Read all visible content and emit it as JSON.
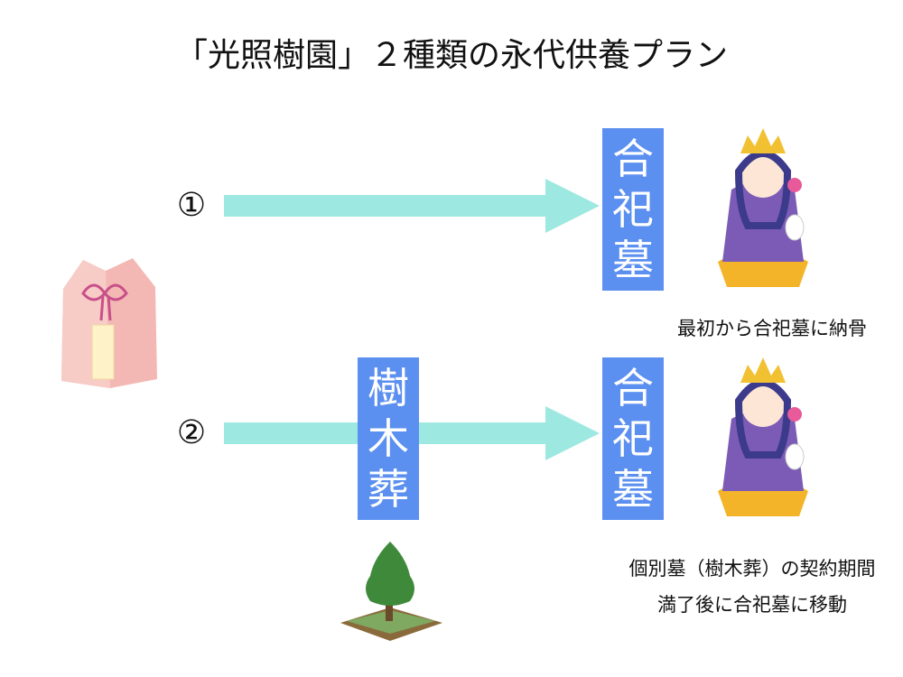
{
  "title": "「光照樹園」２種類の永代供養プラン",
  "plans": [
    {
      "number": "①",
      "destination": [
        "合",
        "祀",
        "墓"
      ],
      "caption": "最初から合祀墓に納骨"
    },
    {
      "number": "②",
      "intermediate": [
        "樹",
        "木",
        "葬"
      ],
      "destination": [
        "合",
        "祀",
        "墓"
      ],
      "caption_lines": [
        "個別墓（樹木葬）の契約期間",
        "満了後に合祀墓に移動"
      ]
    }
  ],
  "colors": {
    "arrow": "#9ee8e2",
    "box": "#5b8ff0"
  }
}
